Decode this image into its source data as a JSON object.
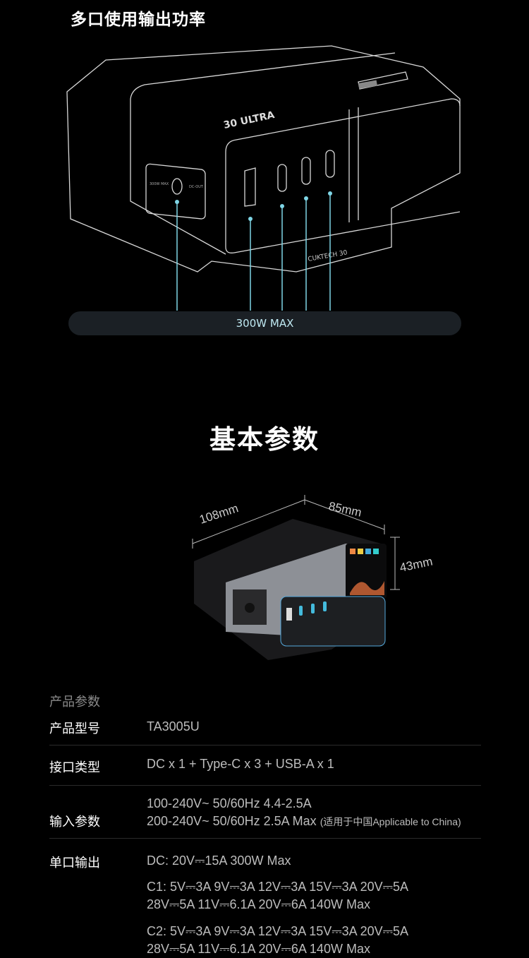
{
  "section1": {
    "title": "多口使用输出功率",
    "total_label": "300W MAX",
    "device_labels": {
      "brand": "CUKTECH 30",
      "logo": "30 ULTRA",
      "dc_label": "300W MAX",
      "dc_out": "DC-OUT"
    }
  },
  "section2": {
    "title": "基本参数",
    "dimensions": {
      "length": "108mm",
      "width": "85mm",
      "height": "43mm"
    }
  },
  "specs": {
    "heading": "产品参数",
    "rows": [
      {
        "label": "产品型号",
        "lines": [
          "TA3005U"
        ]
      },
      {
        "label": "接口类型",
        "lines": [
          "DC x 1 + Type-C x 3 + USB-A x 1"
        ]
      },
      {
        "label": "输入参数",
        "lines": [
          "100-240V~ 50/60Hz 4.4-2.5A",
          "200-240V~ 50/60Hz 2.5A Max"
        ],
        "note": "(适用于中国Applicable to China)"
      },
      {
        "label": "单口输出",
        "lines": [
          "DC: 20V⎓15A 300W Max",
          "C1: 5V⎓3A 9V⎓3A 12V⎓3A 15V⎓3A 20V⎓5A",
          "28V⎓5A 11V⎓6.1A 20V⎓6A 140W Max",
          "C2: 5V⎓3A 9V⎓3A 12V⎓3A 15V⎓3A 20V⎓5A",
          "28V⎓5A 11V⎓6.1A 20V⎓6A 140W Max"
        ]
      }
    ]
  },
  "colors": {
    "accent": "#7fd6e6",
    "pill": "#1b2025"
  }
}
